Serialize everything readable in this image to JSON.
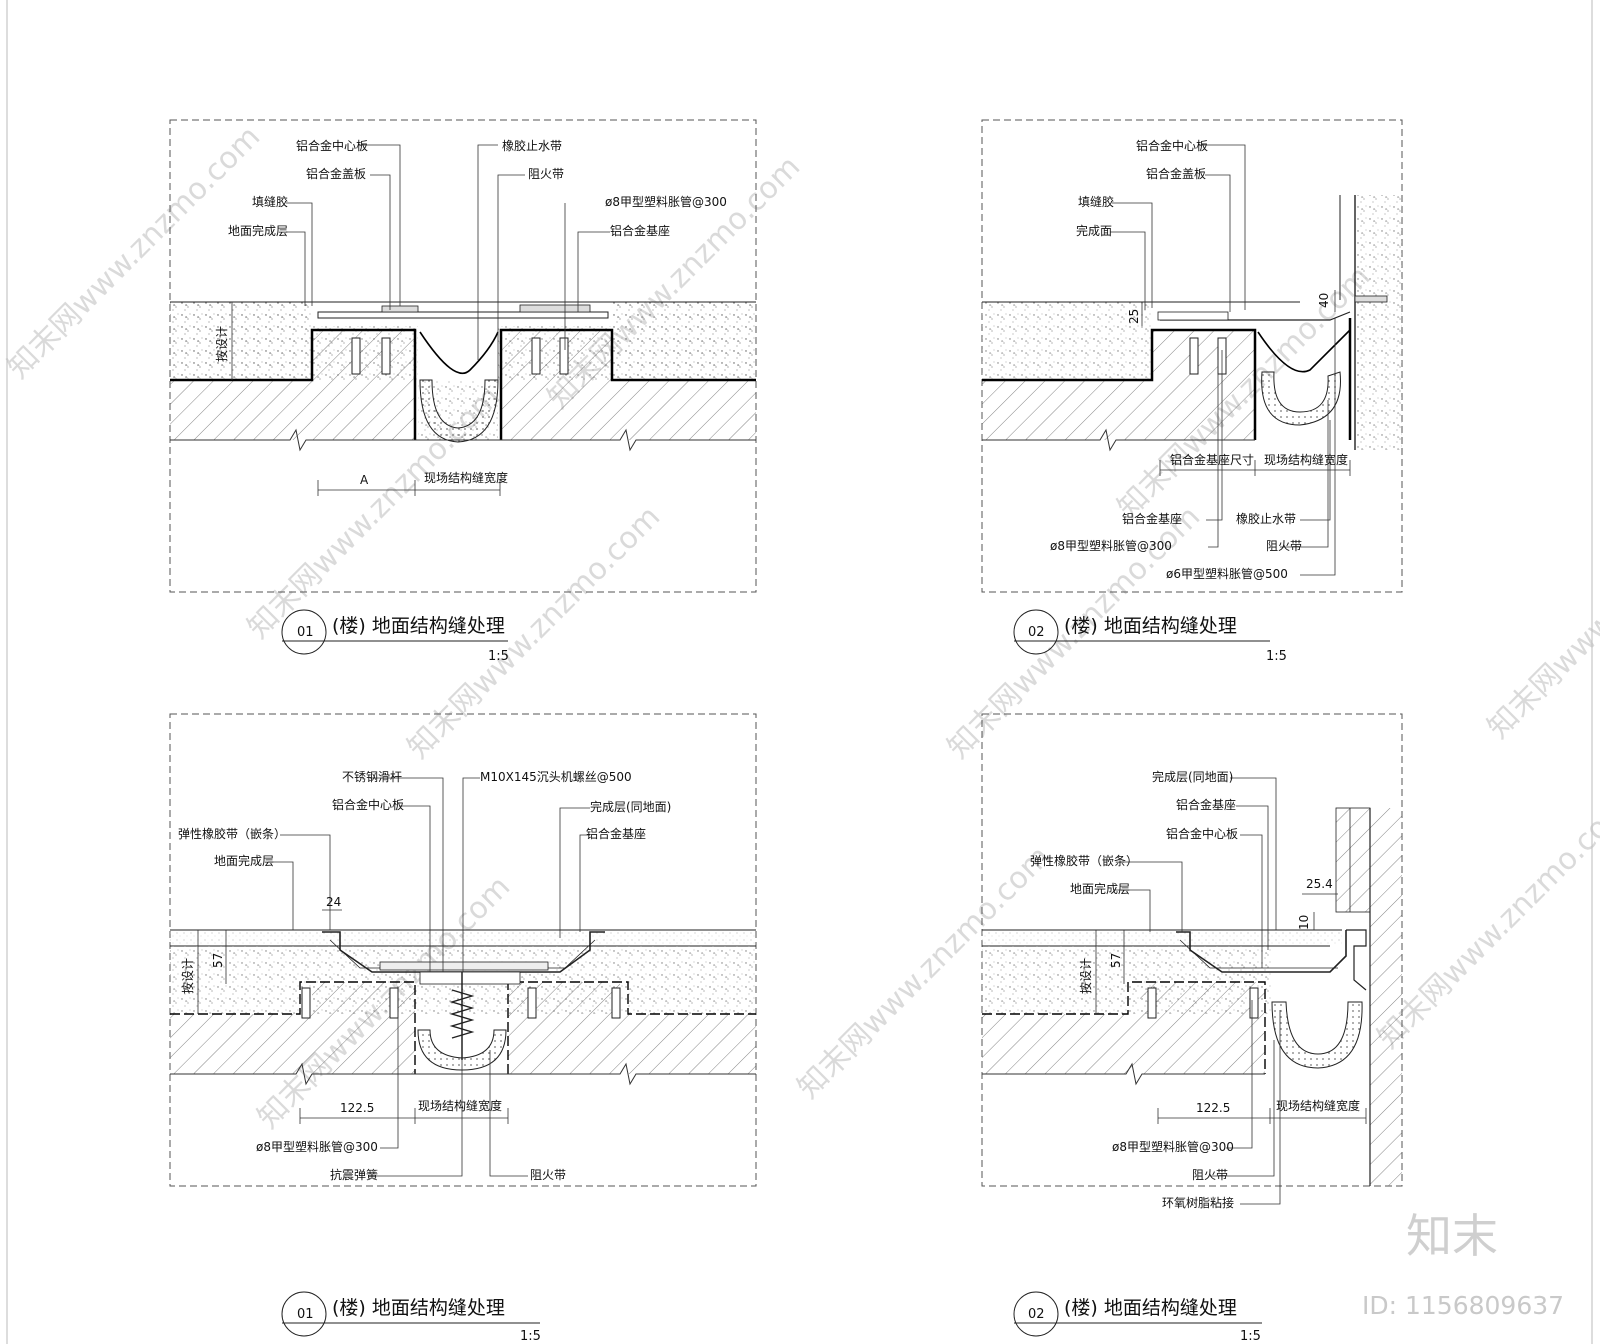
{
  "watermark": {
    "text": "知末网www.znzmo.com"
  },
  "brand": {
    "logo_text": "知末",
    "id_text": "ID: 1156809637"
  },
  "details": [
    {
      "number": "01",
      "title": "(楼) 地面结构缝处理",
      "scale": "1:5",
      "labels": [
        "铝合金中心板",
        "铝合金盖板",
        "填缝胶",
        "地面完成层",
        "橡胶止水带",
        "阻火带",
        "ø8甲型塑料胀管@300",
        "铝合金基座"
      ],
      "dims": [
        "按设计",
        "A",
        "现场结构缝宽度"
      ]
    },
    {
      "number": "02",
      "title": "(楼) 地面结构缝处理",
      "scale": "1:5",
      "labels": [
        "铝合金中心板",
        "铝合金盖板",
        "填缝胶",
        "完成面",
        "铝合金基座",
        "ø8甲型塑料胀管@300",
        "橡胶止水带",
        "阻火带",
        "ø6甲型塑料胀管@500"
      ],
      "dims": [
        "25",
        "40",
        "铝合金基座尺寸",
        "现场结构缝宽度"
      ]
    },
    {
      "number": "01",
      "title": "(楼) 地面结构缝处理",
      "scale": "1:5",
      "labels": [
        "不锈钢滑杆",
        "M10X145沉头机螺丝@500",
        "铝合金中心板",
        "完成层(同地面)",
        "弹性橡胶带（嵌条）",
        "铝合金基座",
        "地面完成层",
        "ø8甲型塑料胀管@300",
        "抗震弹簧",
        "阻火带"
      ],
      "dims": [
        "24",
        "57",
        "按设计",
        "122.5",
        "现场结构缝宽度"
      ]
    },
    {
      "number": "02",
      "title": "(楼) 地面结构缝处理",
      "scale": "1:5",
      "labels": [
        "完成层(同地面)",
        "铝合金基座",
        "铝合金中心板",
        "弹性橡胶带（嵌条）",
        "地面完成层",
        "ø8甲型塑料胀管@300",
        "阻火带",
        "环氧树脂粘接"
      ],
      "dims": [
        "25.4",
        "10",
        "57",
        "按设计",
        "122.5",
        "现场结构缝宽度"
      ]
    }
  ]
}
